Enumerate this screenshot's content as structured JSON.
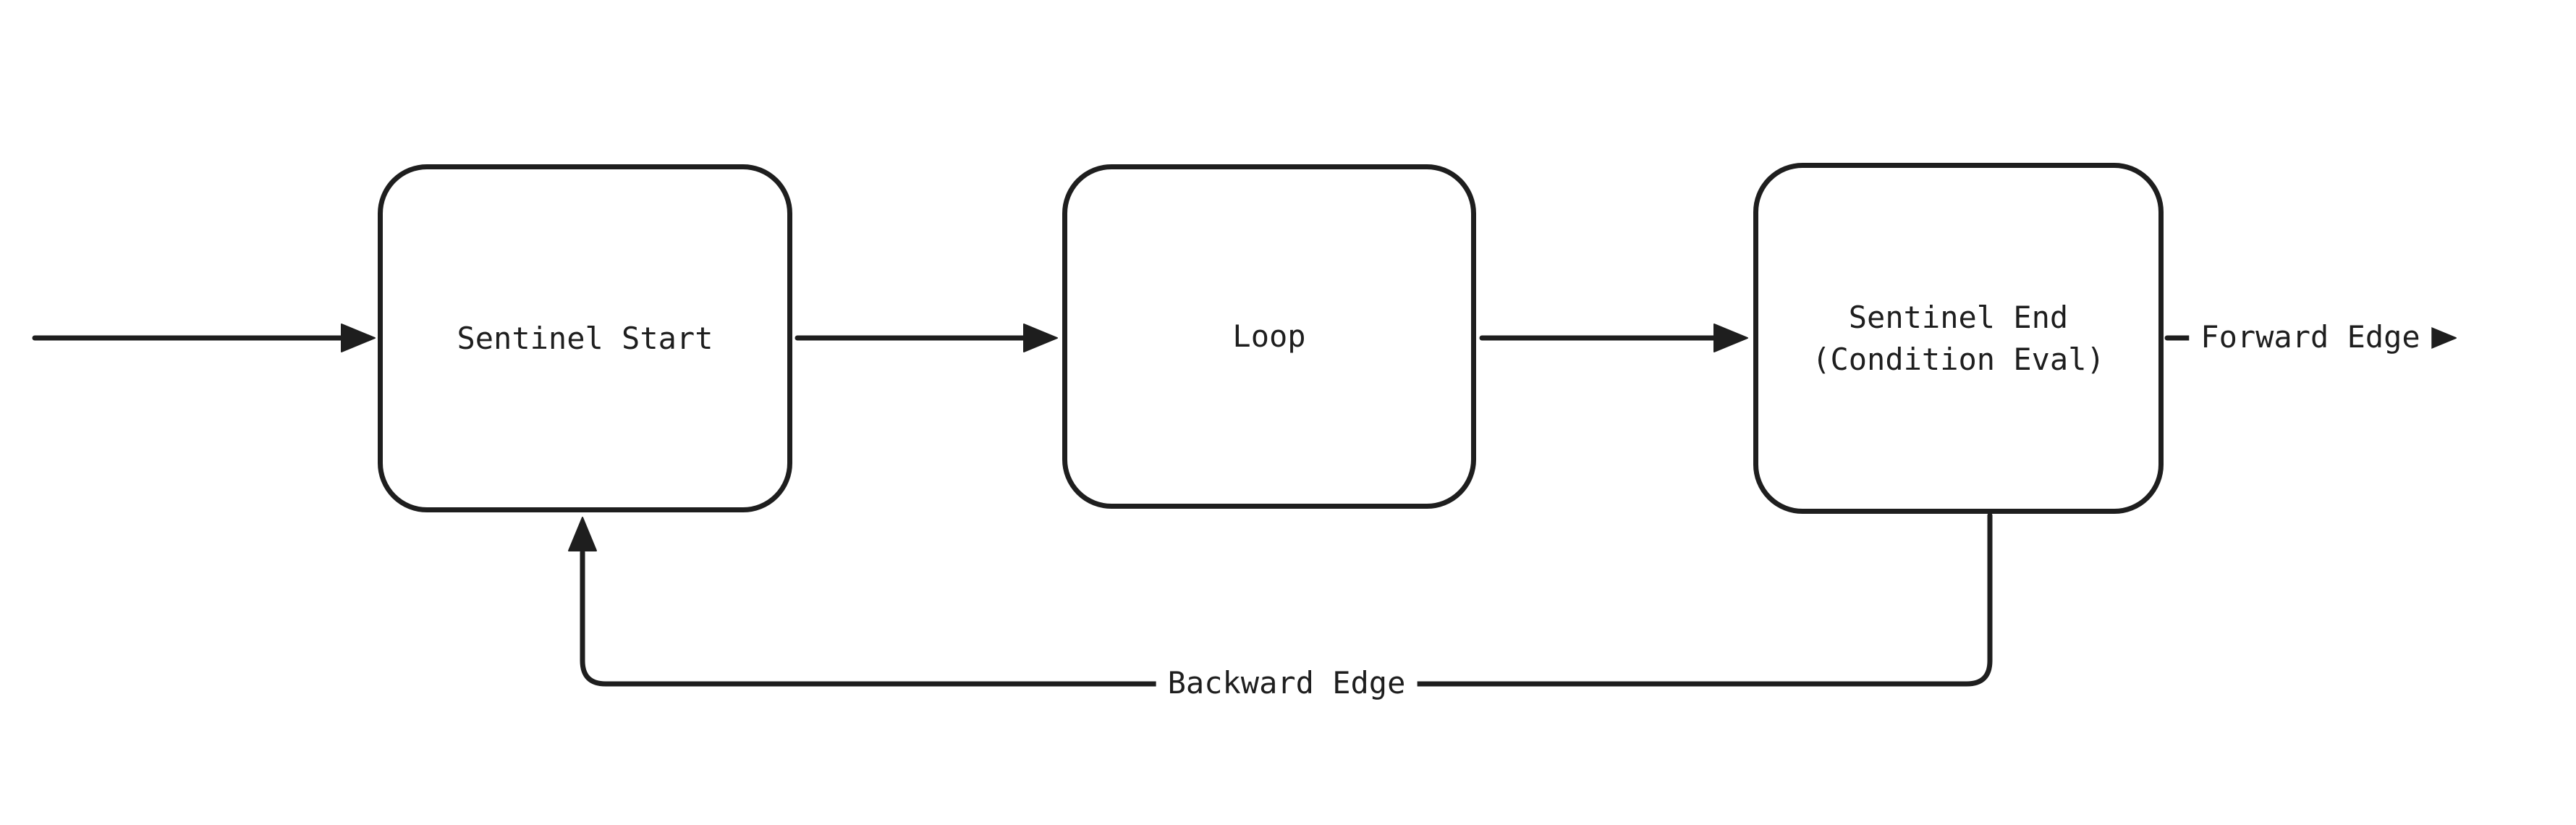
{
  "diagram": {
    "type": "flowchart",
    "style": "hand-drawn",
    "colors": {
      "stroke": "#1e1e1e",
      "text": "#1e1e1e",
      "background": "#ffffff"
    },
    "nodes": [
      {
        "id": "sentinel-start",
        "label": "Sentinel Start"
      },
      {
        "id": "loop",
        "label": "Loop"
      },
      {
        "id": "sentinel-end",
        "label_line1": "Sentinel End",
        "label_line2": "(Condition Eval)"
      }
    ],
    "edge_labels": {
      "forward": "Forward Edge",
      "backward": "Backward Edge"
    },
    "edges": [
      {
        "id": "entry-arrow",
        "from": "start",
        "to": "sentinel-start"
      },
      {
        "id": "start-to-loop",
        "from": "sentinel-start",
        "to": "loop"
      },
      {
        "id": "loop-to-end",
        "from": "loop",
        "to": "sentinel-end"
      },
      {
        "id": "forward-edge",
        "from": "sentinel-end",
        "to": "exit"
      },
      {
        "id": "backward-edge",
        "from": "sentinel-end",
        "to": "sentinel-start"
      }
    ]
  }
}
